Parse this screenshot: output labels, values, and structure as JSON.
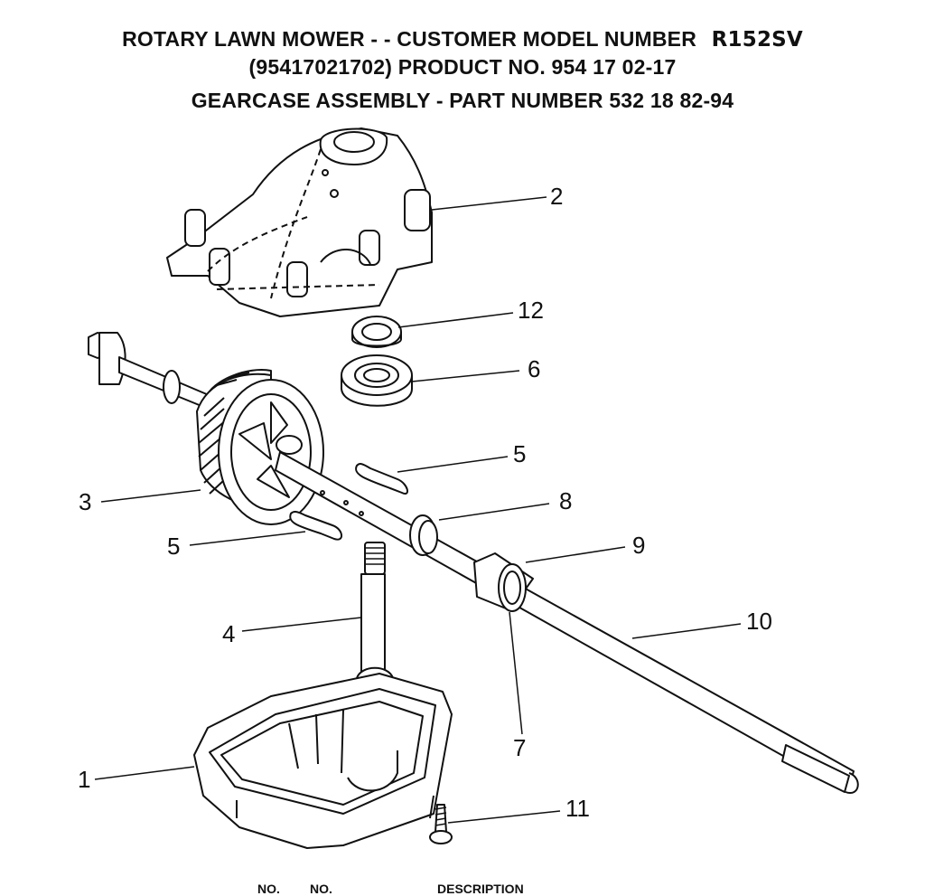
{
  "header": {
    "line1_prefix": "ROTARY LAWN MOWER - - CUSTOMER MODEL NUMBER",
    "model": "R152SV",
    "line2": "(95417021702) PRODUCT NO. 954 17 02-17",
    "line3": "GEARCASE ASSEMBLY - PART NUMBER 532 18 82-94"
  },
  "callouts": [
    "2",
    "12",
    "6",
    "5",
    "3",
    "8",
    "5",
    "9",
    "4",
    "10",
    "7",
    "1",
    "11"
  ],
  "table_header": {
    "col1": "NO.",
    "col2": "NO.",
    "col3": "DESCRIPTION"
  }
}
